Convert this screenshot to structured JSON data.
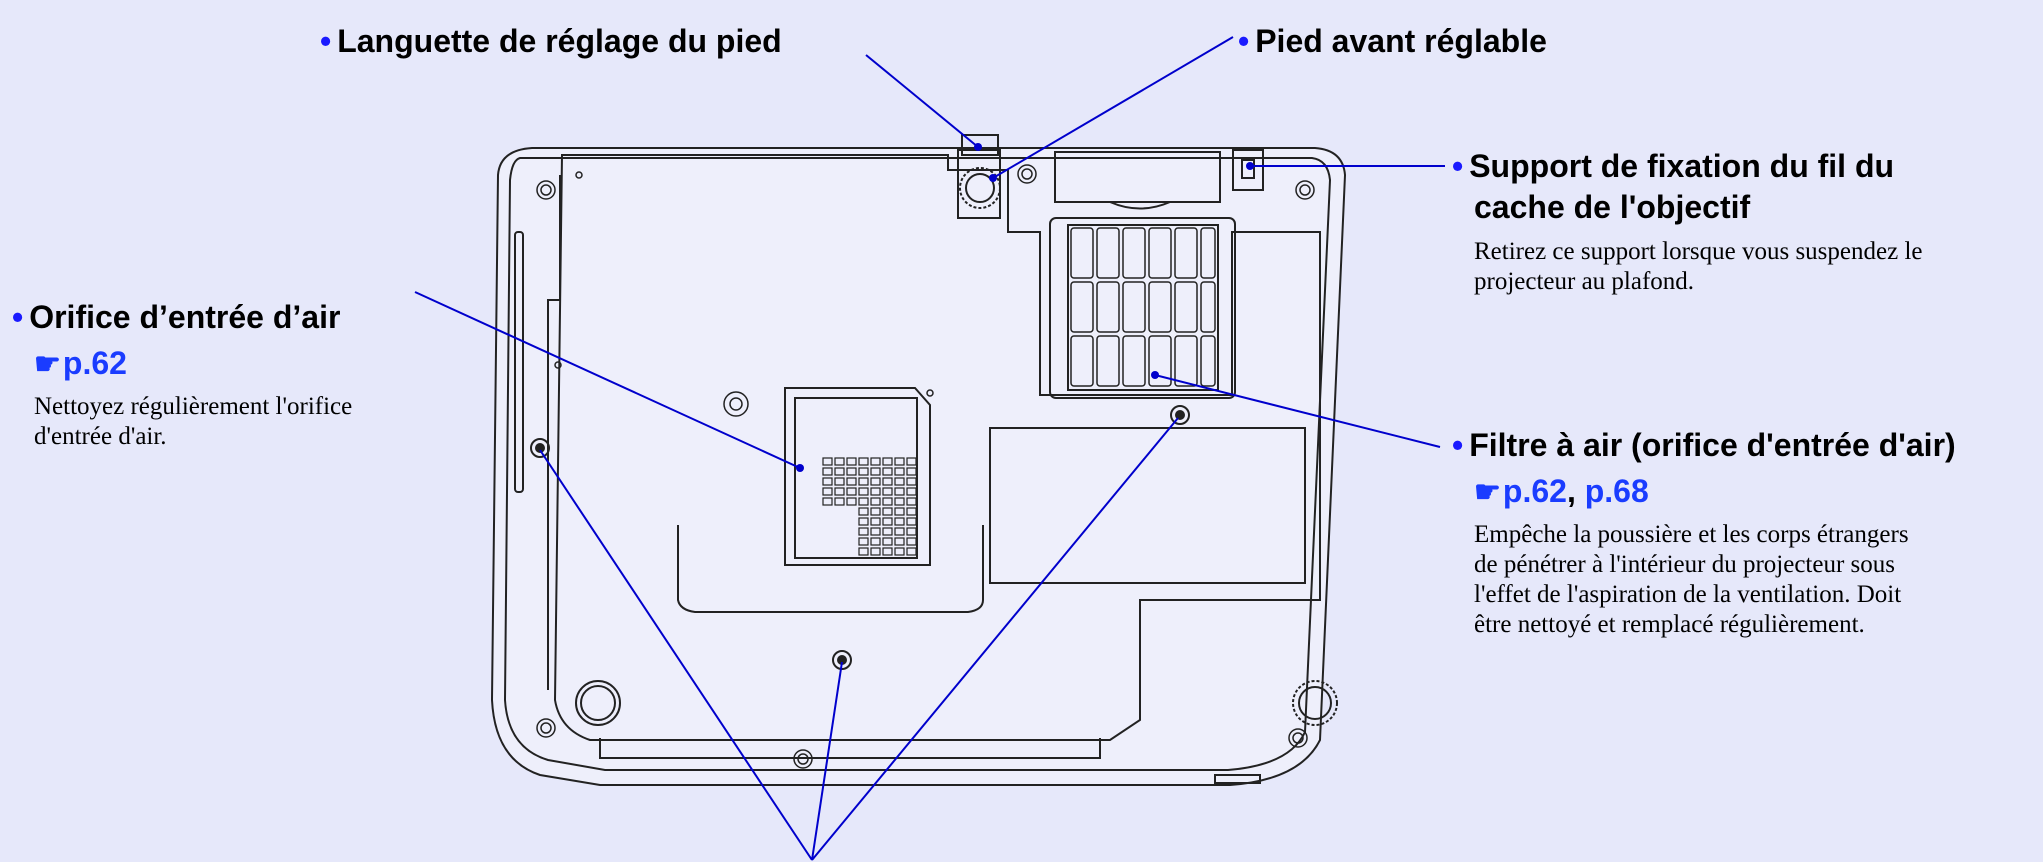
{
  "labels": {
    "foot_lever": "Languette de réglage du pied",
    "front_foot": "Pied avant réglable",
    "lens_cover_mount_line1": "Support de fixation du fil du",
    "lens_cover_mount_line2": "cache de l'objectif",
    "air_intake": "Orifice d’entrée d’air",
    "air_filter": "Filtre à air (orifice d'entrée d'air)"
  },
  "descriptions": {
    "lens_cover_mount_line1": "Retirez ce support lorsque vous suspendez le",
    "lens_cover_mount_line2": "projecteur au plafond.",
    "air_intake_line1": "Nettoyez régulièrement l'orifice",
    "air_intake_line2": "d'entrée d'air.",
    "air_filter_line1": "Empêche la poussière et les corps étrangers",
    "air_filter_line2": "de pénétrer à l'intérieur du projecteur sous",
    "air_filter_line3": "l'effet de l'aspiration de la ventilation. Doit",
    "air_filter_line4": "être nettoyé et remplacé régulièrement."
  },
  "refs": {
    "air_intake": "p.62",
    "air_filter_1": "p.62",
    "air_filter_sep": ", ",
    "air_filter_2": "p.68"
  },
  "icons": {
    "bullet": "•",
    "pointer_hand": "☛"
  },
  "colors": {
    "background": "#e6e8fa",
    "leader_line": "#0000cc",
    "link": "#1a3cff",
    "outline": "#222222"
  }
}
